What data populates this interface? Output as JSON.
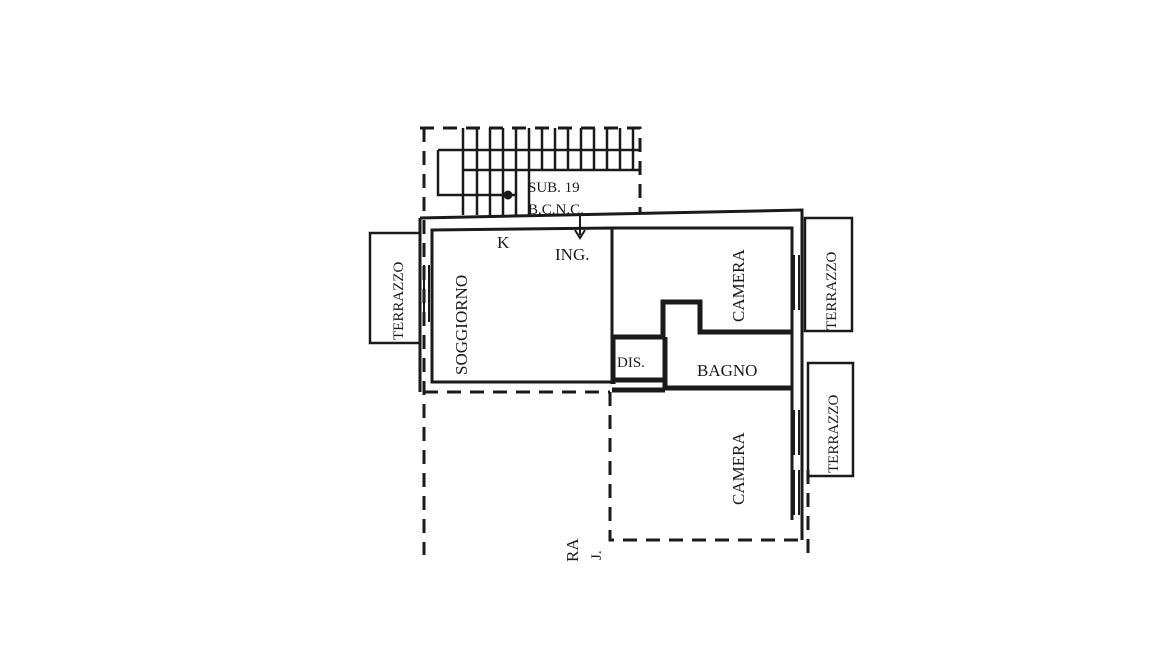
{
  "rooms": {
    "soggiorno": "SOGGIORNO",
    "camera_top": "CAMERA",
    "camera_bottom": "CAMERA",
    "bagno": "BAGNO",
    "dis": "DIS.",
    "terrazzo_left": "TERRAZZO",
    "terrazzo_right_top": "TERRAZZO",
    "terrazzo_right_bottom": "TERRAZZO"
  },
  "annotations": {
    "sub": "SUB. 19",
    "bcnc": "B.C.N.C.",
    "k": "K",
    "ing": "ING.",
    "cut_label": "RA",
    "cut_mark": "J."
  },
  "colors": {
    "ink": "#1a1a1a",
    "paper": "#ffffff"
  }
}
